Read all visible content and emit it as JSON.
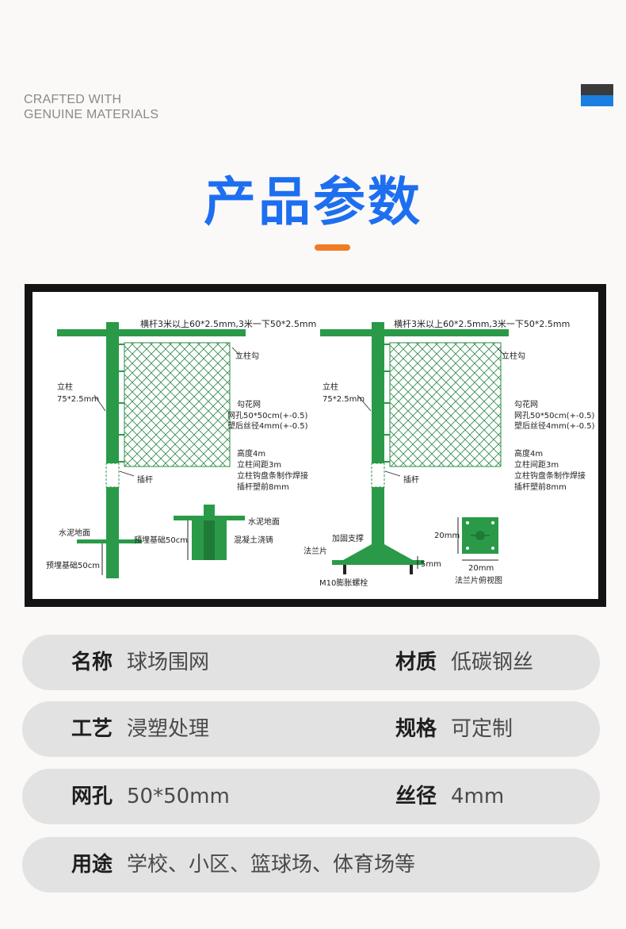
{
  "header": {
    "crafted_line1": "CRAFTED WITH",
    "crafted_line2": "GENUINE MATERIALS",
    "title": "产品参数",
    "accent_colors": {
      "title": "#1d6ff0",
      "bar": "#f07b24",
      "flag_top": "#3a3a3a",
      "flag_bottom": "#1a7fe0"
    }
  },
  "diagram": {
    "colors": {
      "post": "#2a9a48",
      "mesh": "#2a8a44",
      "text": "#222222"
    },
    "left": {
      "crossbar": "横杆3米以上60*2.5mm,3米一下50*2.5mm",
      "hook": "立柱勾",
      "post_l1": "立柱",
      "post_l2": "75*2.5mm",
      "mesh_l1": "勾花网",
      "mesh_l2": "网孔50*50cm(+-0.5)",
      "mesh_l3": "塑后丝径4mm(+-0.5)",
      "spec_l1": "高度4m",
      "spec_l2": "立柱间距3m",
      "spec_l3": "立柱钩盘条制作焊接",
      "spec_l4": "插杆塑前8mm",
      "insert": "插杆",
      "ground": "水泥地面",
      "embed": "预埋基础50cm",
      "detail_ground": "水泥地面",
      "detail_embed": "预埋基础50cm",
      "detail_concrete": "混凝土浇铸"
    },
    "right": {
      "crossbar": "横杆3米以上60*2.5mm,3米一下50*2.5mm",
      "hook": "立柱勾",
      "post_l1": "立柱",
      "post_l2": "75*2.5mm",
      "mesh_l1": "勾花网",
      "mesh_l2": "网孔50*50cm(+-0.5)",
      "mesh_l3": "塑后丝径4mm(+-0.5)",
      "spec_l1": "高度4m",
      "spec_l2": "立柱间距3m",
      "spec_l3": "立柱钩盘条制作焊接",
      "spec_l4": "插杆塑前8mm",
      "insert": "插杆",
      "brace": "加固支撑",
      "flange": "法兰片",
      "bolt": "M10膨胀螺栓",
      "thickness": "5mm",
      "dim_v": "20mm",
      "dim_h": "20mm",
      "flange_top": "法兰片俯视图"
    }
  },
  "specs": [
    {
      "label_a": "名称",
      "value_a": "球场围网",
      "label_b": "材质",
      "value_b": "低碳钢丝"
    },
    {
      "label_a": "工艺",
      "value_a": "浸塑处理",
      "label_b": "规格",
      "value_b": "可定制"
    },
    {
      "label_a": "网孔",
      "value_a": "50*50mm",
      "label_b": "丝径",
      "value_b": "4mm"
    },
    {
      "label_a": "用途",
      "value_a": "学校、小区、篮球场、体育场等"
    }
  ]
}
